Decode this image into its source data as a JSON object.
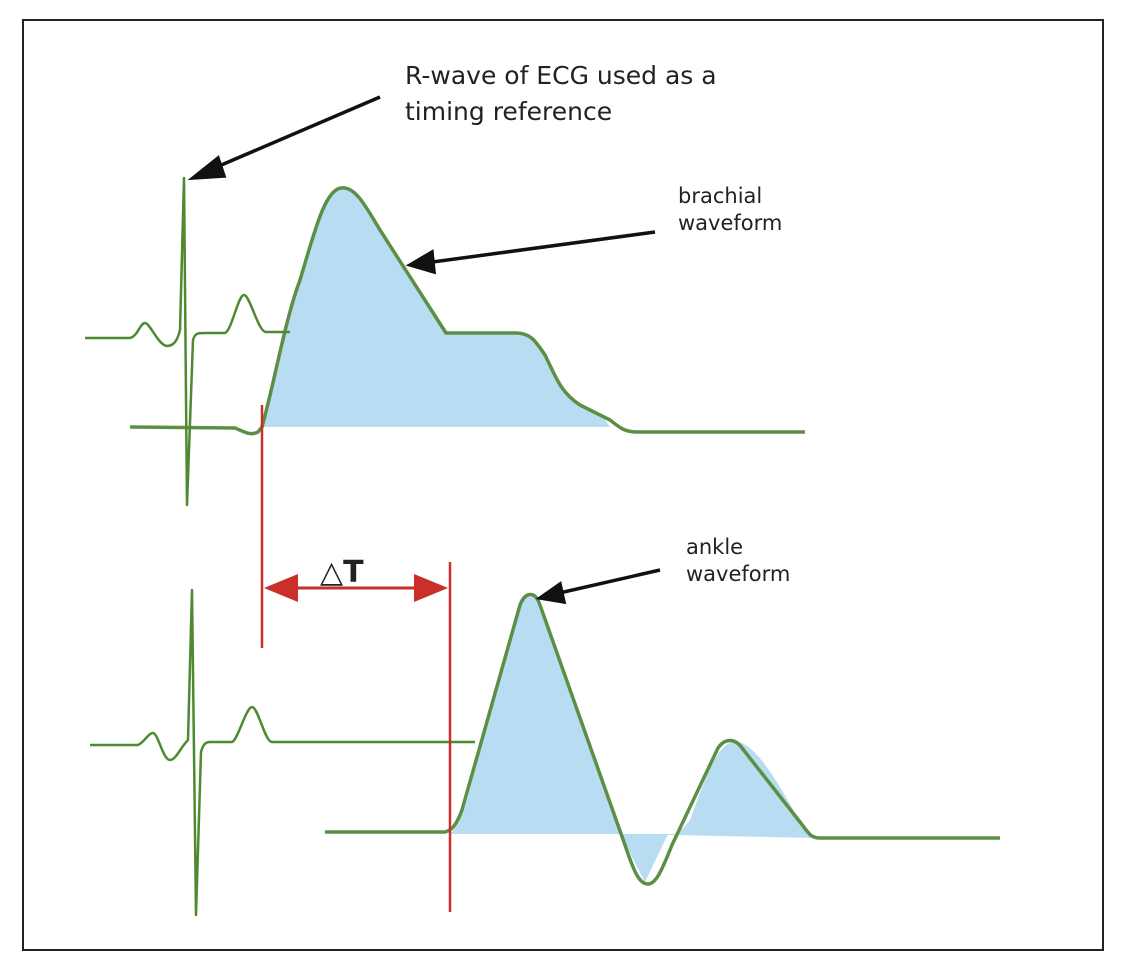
{
  "annotations": {
    "rwave_line1": "R-wave of ECG used as a",
    "rwave_line2": "timing reference",
    "brachial_line1": "brachial",
    "brachial_line2": "waveform",
    "ankle_line1": "ankle",
    "ankle_line2": "waveform",
    "delta_t": "△T"
  },
  "colors": {
    "ecg": "#4f8a32",
    "waveform_stroke": "#5c8f45",
    "waveform_fill": "#b8dcf2",
    "timing_marker": "#c9302a",
    "arrow": "#111111",
    "frame": "#222222"
  }
}
